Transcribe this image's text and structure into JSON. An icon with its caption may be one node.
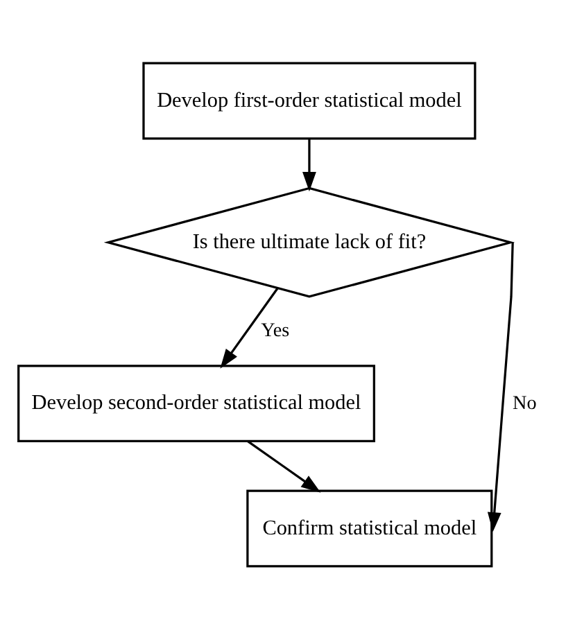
{
  "diagram": {
    "nodes": [
      {
        "text": [
          "Develop first-order statistical model"
        ]
      },
      {
        "text": [
          "Is there ultimate lack of fit?"
        ]
      },
      {
        "text": [
          "Develop second-order statistical model"
        ]
      },
      {
        "text": [
          "Confirm statistical model"
        ]
      }
    ],
    "edges": [
      {
        "from": 0,
        "to": 1,
        "arrow": "to"
      },
      {
        "from": 1,
        "to": 2,
        "arrow": "to",
        "label": "Yes"
      },
      {
        "from": 1,
        "to": 3,
        "arrow": "to",
        "label": "No"
      },
      {
        "from": 2,
        "to": 3,
        "arrow": "to"
      }
    ]
  }
}
